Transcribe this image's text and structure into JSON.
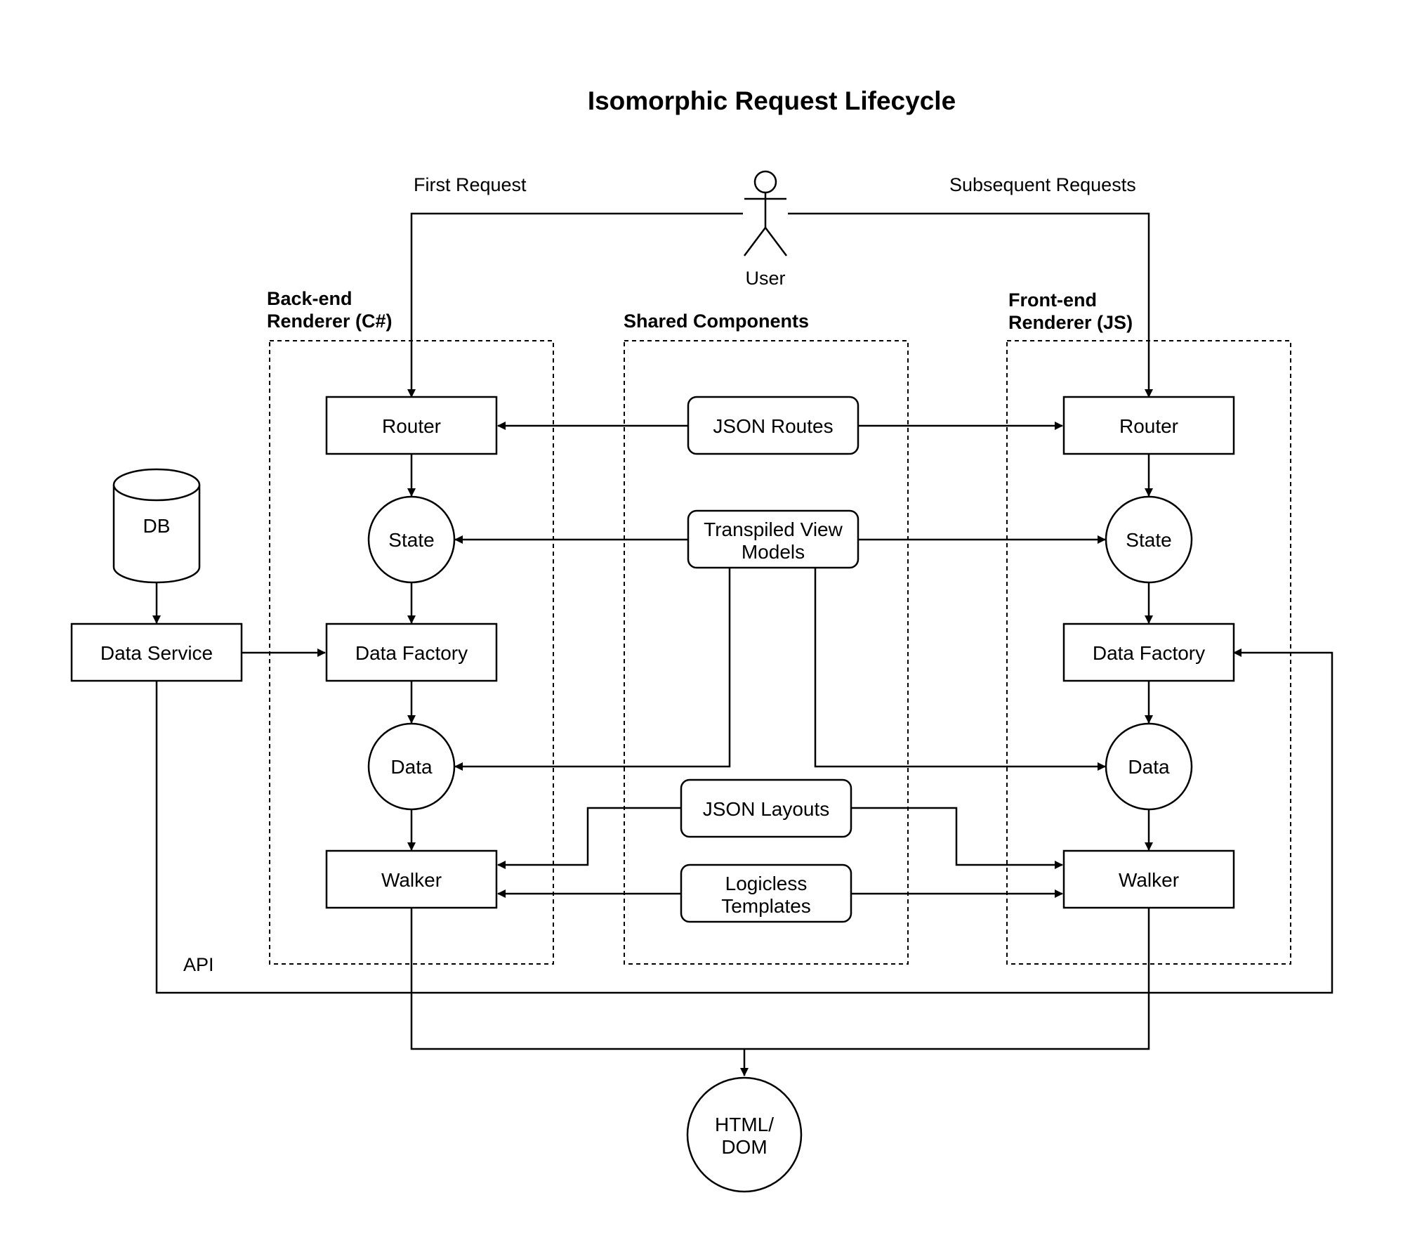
{
  "title": "Isomorphic Request Lifecycle",
  "labels": {
    "first_request": "First Request",
    "subsequent_requests": "Subsequent Requests",
    "user": "User",
    "api": "API"
  },
  "groups": {
    "backend": [
      "Back-end",
      "Renderer (C#)"
    ],
    "shared": [
      "Shared Components"
    ],
    "frontend": [
      "Front-end",
      "Renderer (JS)"
    ]
  },
  "nodes": {
    "db": [
      "DB"
    ],
    "data_service": [
      "Data Service"
    ],
    "be_router": [
      "Router"
    ],
    "be_state": [
      "State"
    ],
    "be_data_factory": [
      "Data Factory"
    ],
    "be_data": [
      "Data"
    ],
    "be_walker": [
      "Walker"
    ],
    "json_routes": [
      "JSON Routes"
    ],
    "transpiled_view_models": [
      "Transpiled View",
      "Models"
    ],
    "json_layouts": [
      "JSON Layouts"
    ],
    "logicless_templates": [
      "Logicless",
      "Templates"
    ],
    "fe_router": [
      "Router"
    ],
    "fe_state": [
      "State"
    ],
    "fe_data_factory": [
      "Data Factory"
    ],
    "fe_data": [
      "Data"
    ],
    "fe_walker": [
      "Walker"
    ],
    "html_dom": [
      "HTML/",
      "DOM"
    ]
  }
}
